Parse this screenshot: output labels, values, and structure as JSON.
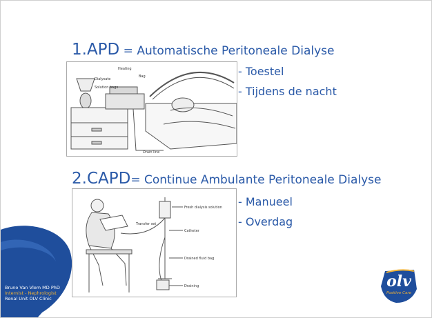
{
  "section1": {
    "number": "1.APD",
    "equals": " = ",
    "expansion": "Automatische Peritoneale Dialyse",
    "bullets": [
      "- Toestel",
      "- Tijdens de nacht"
    ],
    "image_labels": [
      "Heating",
      "Dialysate",
      "Solution bags",
      "Bag",
      "Drain line"
    ]
  },
  "section2": {
    "number": "2.CAPD",
    "equals": "= ",
    "expansion": "Continue Ambulante Peritoneale Dialyse",
    "bullets": [
      "- Manueel",
      "- Overdag"
    ],
    "image_labels": [
      "Fresh dialysis solution",
      "Transfer set",
      "Catheter",
      "Drained fluid bag",
      "Draining"
    ]
  },
  "author": {
    "line1": "Bruno Van Vlem MD PhD",
    "line2": "Internist - Nephrologist",
    "line3": "Renal Unit OLV Clinic"
  },
  "logo": {
    "text": "olv",
    "subtext": "Positive Care"
  },
  "colors": {
    "heading": "#2b5aa8",
    "blob": "#1f4e9c",
    "author_highlight": "#f2b233"
  }
}
